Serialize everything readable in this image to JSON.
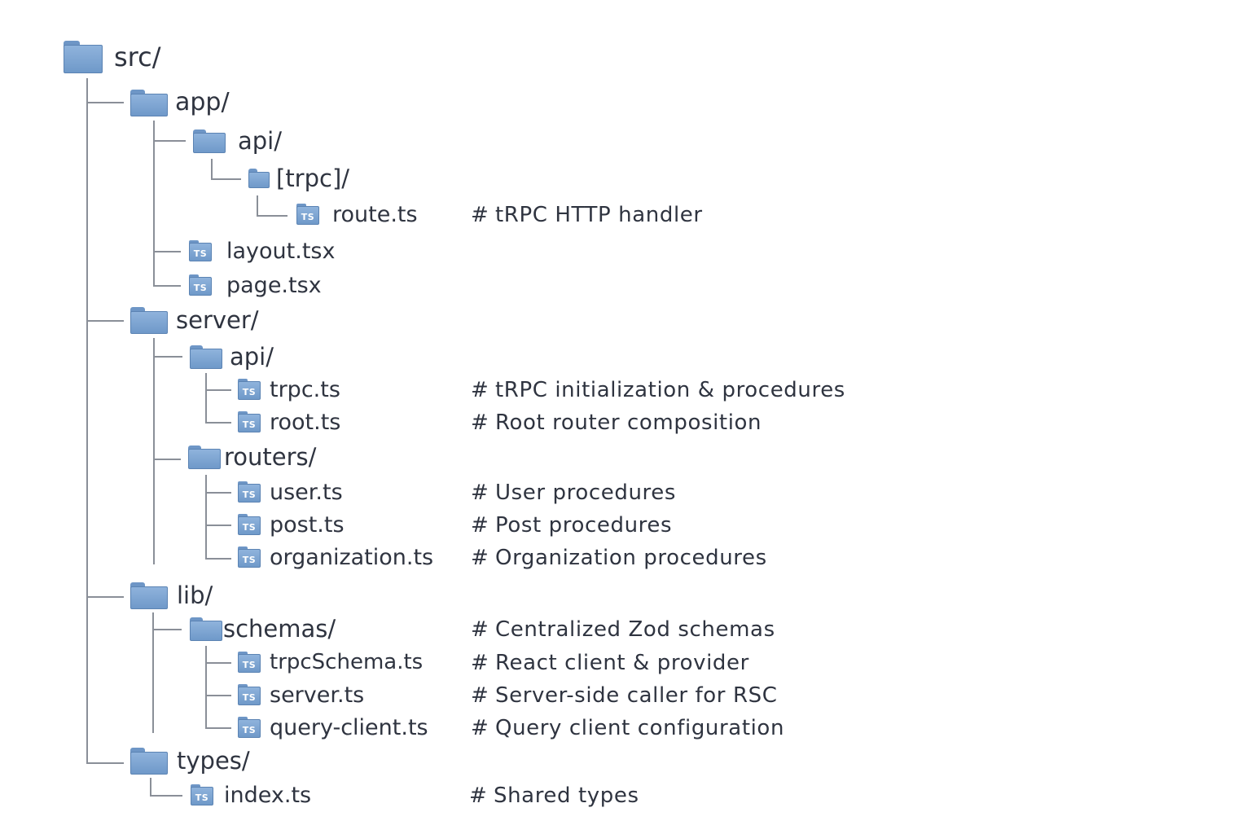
{
  "tree": {
    "root": "src/",
    "app": "app/",
    "app_api": "api/",
    "trpc_dir": "[trpc]/",
    "route_ts": "route.ts",
    "layout_tsx": "layout.tsx",
    "page_tsx": "page.tsx",
    "server": "server/",
    "server_api": "api/",
    "trpc_ts": "trpc.ts",
    "root_ts": "root.ts",
    "routers": "routers/",
    "user_ts": "user.ts",
    "post_ts": "post.ts",
    "organization_ts": "organization.ts",
    "lib": "lib/",
    "schemas": "schemas/",
    "trpcschema_ts": "trpcSchema.ts",
    "server_ts": "server.ts",
    "query_client_ts": "query-client.ts",
    "types": "types/",
    "index_ts": "index.ts"
  },
  "comments": {
    "hash": "#",
    "route_ts": "tRPC HTTP handler",
    "trpc_ts": "tRPC initialization & procedures",
    "root_ts": "Root router composition",
    "user_ts": "User procedures",
    "post_ts": "Post procedures",
    "organization_ts": "Organization procedures",
    "schemas": "Centralized Zod schemas",
    "trpcschema_ts": "React client & provider",
    "server_ts": "Server-side caller for RSC",
    "query_client_ts": "Query client configuration",
    "index_ts": "Shared types"
  },
  "icons": {
    "folder": "folder-icon",
    "ts_file": "typescript-file-icon",
    "ts_badge": "TS"
  },
  "colors": {
    "folder_fill": "#7fa6d4",
    "tree_lines": "#8a8f98",
    "text": "#2f3440"
  }
}
